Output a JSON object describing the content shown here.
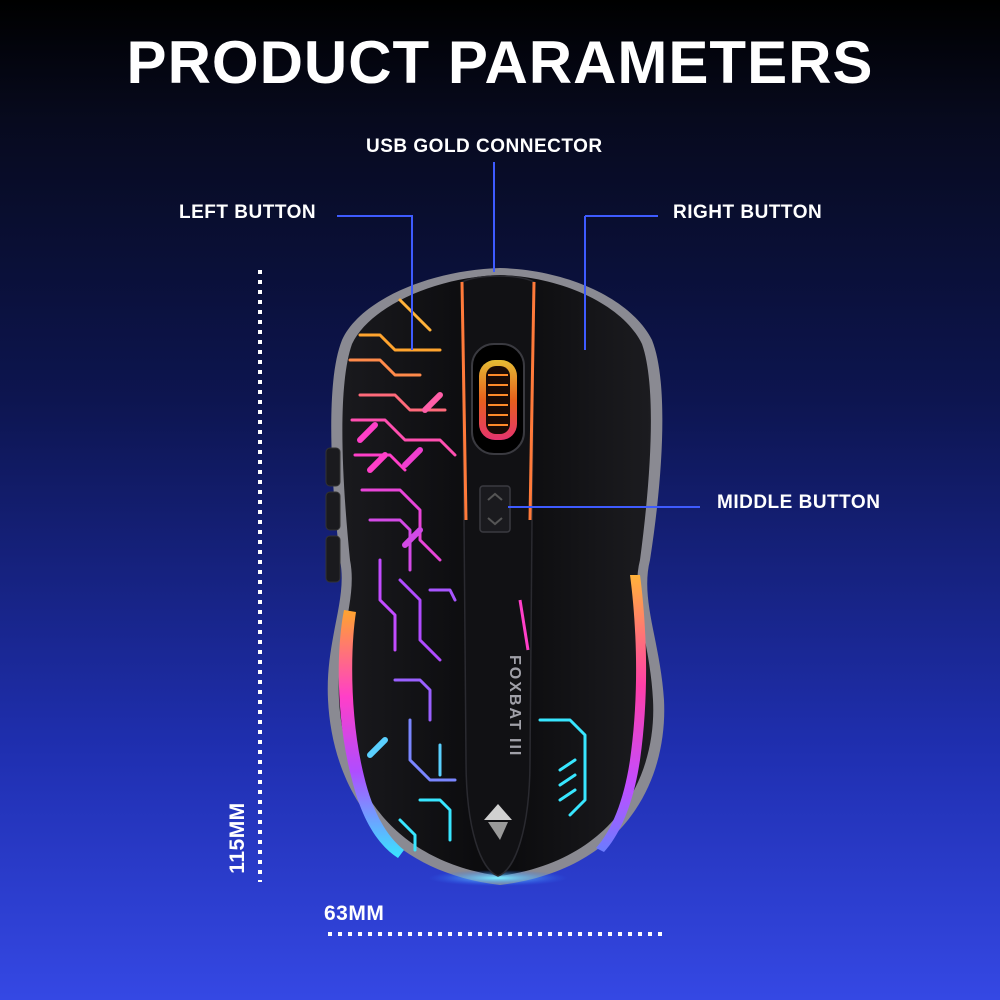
{
  "header": {
    "title": "PRODUCT PARAMETERS"
  },
  "callouts": {
    "usb": "USB GOLD CONNECTOR",
    "left": "LEFT BUTTON",
    "right": "RIGHT BUTTON",
    "middle": "MIDDLE BUTTON"
  },
  "dimensions": {
    "height": "115MM",
    "width": "63MM"
  },
  "mouse": {
    "brand_text": "FOXBAT III"
  },
  "colors": {
    "leader_line": "#3e5bff",
    "dimension_line": "#ffffff",
    "mouse_body": "#0c0c0e",
    "rgb_pink": "#ff3fc8",
    "rgb_purple": "#b04cff",
    "rgb_cyan": "#38e6ff",
    "rgb_orange": "#ffa42e"
  }
}
